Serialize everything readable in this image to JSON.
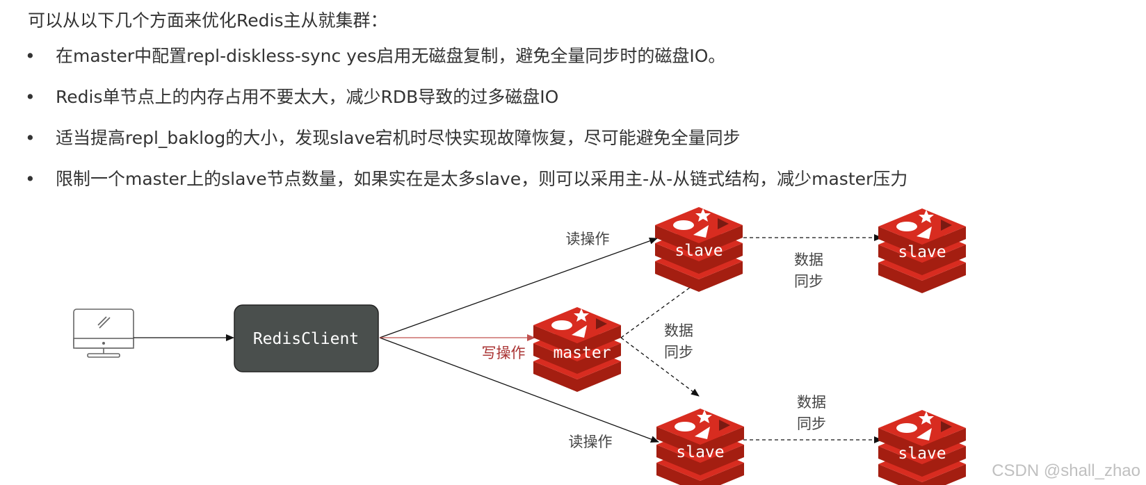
{
  "intro": "可以从以下几个方面来优化Redis主从就集群：",
  "bullets": [
    "在master中配置repl-diskless-sync yes启用无磁盘复制，避免全量同步时的磁盘IO。",
    "Redis单节点上的内存占用不要太大，减少RDB导致的过多磁盘IO",
    "适当提高repl_baklog的大小，发现slave宕机时尽快实现故障恢复，尽可能避免全量同步",
    "限制一个master上的slave节点数量，如果实在是太多slave，则可以采用主-从-从链式结构，减少master压力"
  ],
  "bullet_symbol": "•",
  "diagram": {
    "client_label": "RedisClient",
    "master_label": "master",
    "slave_label": "slave",
    "read_op": "读操作",
    "write_op": "写操作",
    "sync_line1": "数据",
    "sync_line2": "同步",
    "icons": [
      "monitor-icon",
      "redis-icon"
    ],
    "colors": {
      "redis_red": "#d82c20",
      "client_box": "#4a4f4d",
      "write_arrow": "#c0504d",
      "write_text": "#a33333"
    }
  },
  "watermark": "CSDN @shall_zhao"
}
